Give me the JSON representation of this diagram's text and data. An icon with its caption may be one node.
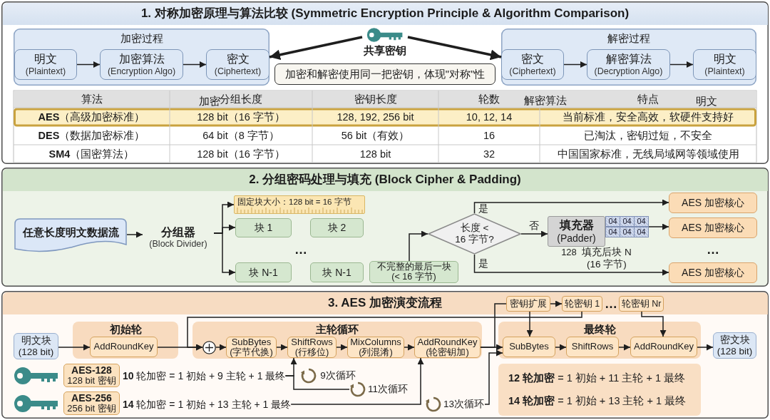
{
  "diagram": {
    "nodes": [
      {
        "text": [
          "1. 对称加密原理与算法比较 (Symmetric Encryption Principle & Algorithm Comparison)"
        ]
      },
      {
        "text": [
          "加密过程"
        ],
        "in": 0
      },
      {
        "text": [
          "明文",
          "(Plaintext)"
        ],
        "in": 1
      },
      {
        "text": [
          "加密算法",
          "(Encryption Algo)"
        ],
        "in": 1
      },
      {
        "text": [
          "密文",
          "(Ciphertext)"
        ],
        "in": 1
      },
      {
        "text": [
          "共享密钥"
        ],
        "in": 0
      },
      {
        "text": [
          "加密和解密使用同一把密钥，体现\"对称\"性"
        ],
        "in": 0
      },
      {
        "text": [
          "解密过程"
        ],
        "in": 0
      },
      {
        "text": [
          "密文",
          "(Ciphertext)"
        ],
        "in": 7
      },
      {
        "text": [
          "解密算法",
          "(Decryption Algo)"
        ],
        "in": 7
      },
      {
        "text": [
          "明文",
          "(Plaintext)"
        ],
        "in": 7
      },
      {
        "text": [
          "2. 分组密码处理与填充 (Block Cipher & Padding)"
        ]
      },
      {
        "text": [
          "任意长度明文数据流"
        ],
        "in": 11
      },
      {
        "text": [
          "分组器",
          "(Block Divider)"
        ],
        "in": 11
      },
      {
        "text": [
          "固定块大小：128 bit = 16 字节"
        ],
        "in": 11
      },
      {
        "text": [
          "块 1"
        ],
        "in": 11
      },
      {
        "text": [
          "块 2"
        ],
        "in": 11
      },
      {
        "text": [
          "块 N-1"
        ],
        "in": 11
      },
      {
        "text": [
          "块 N-1"
        ],
        "in": 11
      },
      {
        "text": [
          "不完整的最后一块",
          "(< 16 字节)"
        ],
        "in": 11
      },
      {
        "text": [
          "长度 < 16 字节?"
        ],
        "in": 11
      },
      {
        "text": [
          "填充器",
          "(Padder)"
        ],
        "beside": [
          "128",
          "填充后块 N (16 字节)"
        ],
        "in": 11
      },
      {
        "text": [
          "04",
          "04",
          "04",
          "04",
          "04",
          "04"
        ],
        "in": 11
      },
      {
        "text": [
          "AES 加密核心"
        ],
        "in": 11
      },
      {
        "text": [
          "AES 加密核心"
        ],
        "in": 11
      },
      {
        "text": [
          "AES 加密核心"
        ],
        "in": 11
      },
      {
        "text": [
          "3. AES 加密演变流程"
        ]
      },
      {
        "text": [
          "密钥扩展"
        ],
        "in": 26
      },
      {
        "text": [
          "轮密钥 1"
        ],
        "in": 26
      },
      {
        "text": [
          "轮密钥 Nr"
        ],
        "in": 26
      },
      {
        "text": [
          "明文块",
          "(128 bit)"
        ],
        "in": 26
      },
      {
        "text": [
          "初始轮"
        ],
        "in": 26
      },
      {
        "text": [
          "AddRoundKey"
        ],
        "in": 31
      },
      {
        "text": [
          "主轮循环"
        ],
        "in": 26
      },
      {
        "text": [],
        "shape": "circle",
        "in": 33
      },
      {
        "text": [
          "SubBytes",
          "(字节代换)"
        ],
        "in": 33
      },
      {
        "text": [
          "ShiftRows",
          "(行移位)"
        ],
        "in": 33
      },
      {
        "text": [
          "MixColumns",
          "(列混淆)"
        ],
        "in": 33
      },
      {
        "text": [
          "AddRoundKey",
          "(轮密钥加)"
        ],
        "in": 33
      },
      {
        "text": [
          "最终轮"
        ],
        "in": 26
      },
      {
        "text": [
          "SubBytes"
        ],
        "in": 39
      },
      {
        "text": [
          "ShiftRows"
        ],
        "in": 39
      },
      {
        "text": [
          "AddRoundKey"
        ],
        "in": 39
      },
      {
        "text": [
          "密文块",
          "(128 bit)"
        ],
        "in": 26
      },
      {
        "text": [
          "AES-128",
          "128 bit 密钥"
        ],
        "in": 26
      },
      {
        "text": [
          "**10** 轮加密 = 1 初始 + 9 主轮 + 1 最终"
        ],
        "in": 26
      },
      {
        "text": [
          "AES-256",
          "256 bit 密钥"
        ],
        "in": 26
      },
      {
        "text": [
          "**14** 轮加密 = 1 初始 + 13 主轮 + 1 最终"
        ],
        "in": 26
      },
      {
        "text": [
          "11次循环"
        ],
        "in": 26
      },
      {
        "text": [
          "13次循环"
        ],
        "in": 26
      },
      {
        "text": [
          "**12 轮加密** = 1 初始 + 11 主轮 + 1 最终",
          "**14 轮加密** = 1 初始 + 13 主轮 + 1 最终"
        ],
        "in": 26
      }
    ],
    "edges": [
      {
        "from": 5,
        "to": 4,
        "arrow": "to",
        "style": "thick"
      },
      {
        "from": 5,
        "to": 8,
        "arrow": "to",
        "style": "thick"
      },
      {
        "from": 2,
        "to": 3,
        "arrow": "to"
      },
      {
        "from": 3,
        "to": 4,
        "arrow": "to"
      },
      {
        "from": 8,
        "to": 9,
        "arrow": "to"
      },
      {
        "from": 9,
        "to": 10,
        "arrow": "to"
      },
      {
        "from": 12,
        "to": 13,
        "arrow": "to"
      },
      {
        "from": 13,
        "to": 14,
        "arrow": "to"
      },
      {
        "from": 13,
        "to": 15,
        "arrow": "to"
      },
      {
        "from": 13,
        "to": 17,
        "arrow": "to"
      },
      {
        "from": 19,
        "to": 20,
        "arrow": "to"
      },
      {
        "from": 20,
        "to": 23,
        "arrow": "to",
        "label": "是"
      },
      {
        "from": 20,
        "to": 21,
        "arrow": "to",
        "label": "否"
      },
      {
        "from": 20,
        "to": 25,
        "arrow": "to",
        "label": "是"
      },
      {
        "from": 22,
        "to": 24,
        "arrow": "to"
      },
      {
        "from": 30,
        "to": 32,
        "arrow": "to"
      },
      {
        "from": 32,
        "to": 34,
        "arrow": "to"
      },
      {
        "from": 34,
        "to": 35,
        "arrow": "to"
      },
      {
        "from": 35,
        "to": 36,
        "arrow": "to"
      },
      {
        "from": 36,
        "to": 37,
        "arrow": "to"
      },
      {
        "from": 37,
        "to": 38,
        "arrow": "to"
      },
      {
        "from": 38,
        "to": 40,
        "arrow": "to"
      },
      {
        "from": 38,
        "to": 27,
        "arrow": "none"
      },
      {
        "from": 27,
        "to": 28,
        "arrow": "to"
      },
      {
        "from": 27,
        "to": 40,
        "arrow": "to"
      },
      {
        "from": 29,
        "to": 42,
        "arrow": "to"
      },
      {
        "from": 28,
        "to": 34,
        "arrow": "to"
      },
      {
        "from": 45,
        "to": 36,
        "arrow": "to"
      },
      {
        "from": 45,
        "to": 48,
        "arrow": "none"
      },
      {
        "from": 47,
        "to": 38,
        "arrow": "to"
      },
      {
        "from": 49,
        "to": 40,
        "arrow": "to"
      },
      {
        "from": 40,
        "to": 41,
        "arrow": "to"
      },
      {
        "from": 41,
        "to": 42,
        "arrow": "to"
      },
      {
        "from": 42,
        "to": 43,
        "arrow": "to"
      }
    ],
    "labels": [
      "算法",
      "加密",
      "分组长度",
      "密钥长度",
      "轮数",
      "解密算法",
      "特点",
      "明文",
      "**AES**（高级加密标准）",
      "128 bit（16 字节）",
      "128, 192, 256 bit",
      "10, 12, 14",
      "当前标准，安全高效，软硬件支持好",
      "**DES**（数据加密标准）",
      "64 bit（8 字节）",
      "56 bit（有效）",
      "16",
      "已淘汰，密钥过短，不安全",
      "**SM4**（国密算法）",
      "128 bit（16 字节）",
      "128 bit",
      "32",
      "中国国家标准，无线局域网等领域使用",
      "…",
      "…",
      "…",
      "9次循环"
    ]
  }
}
